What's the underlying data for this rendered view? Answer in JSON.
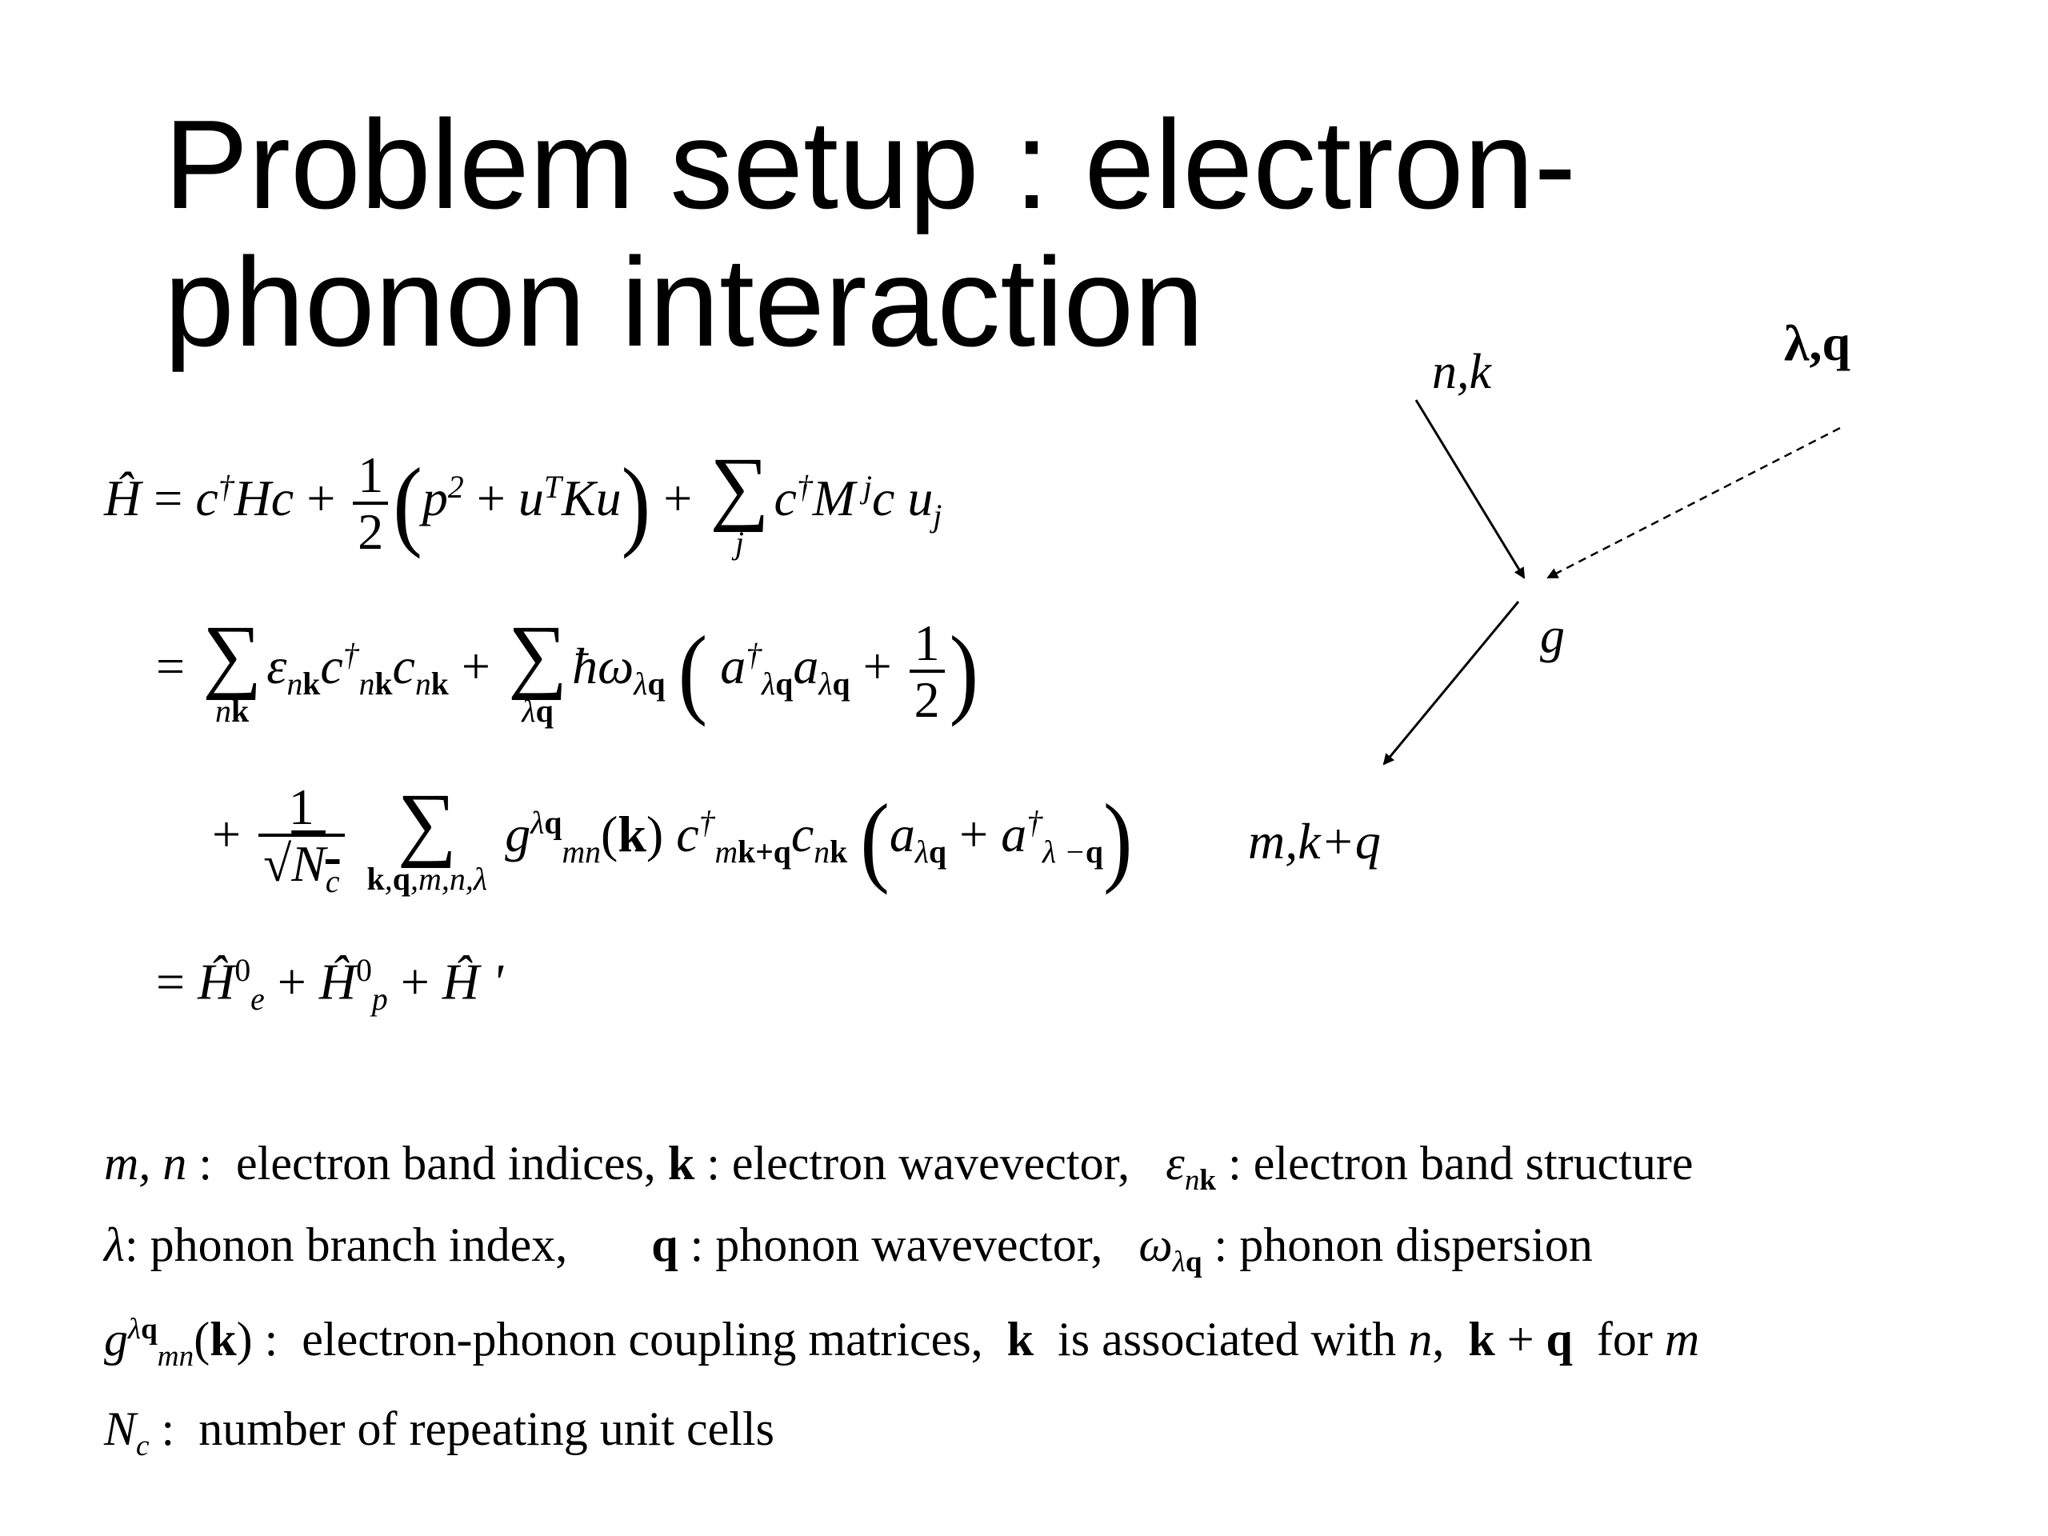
{
  "slide": {
    "title_line1": "Problem setup : electron-",
    "title_line2": "phonon interaction"
  },
  "diagram": {
    "incoming_electron": "n,k",
    "incoming_phonon": "λ,q",
    "vertex": "g",
    "outgoing_electron": "m,k+q"
  },
  "legend": {
    "line1": {
      "t1": "electron band indices,",
      "t2": ": electron wavevector,",
      "t3": ": electron band structure"
    },
    "line2": {
      "t1": ": phonon branch index,",
      "t2": ": phonon wavevector,",
      "t3": ": phonon dispersion"
    },
    "line3": {
      "t1": "electron-phonon coupling matrices,",
      "t2": "is associated with",
      "t3": "for"
    },
    "line4": {
      "t1": "number of repeating unit cells"
    }
  }
}
